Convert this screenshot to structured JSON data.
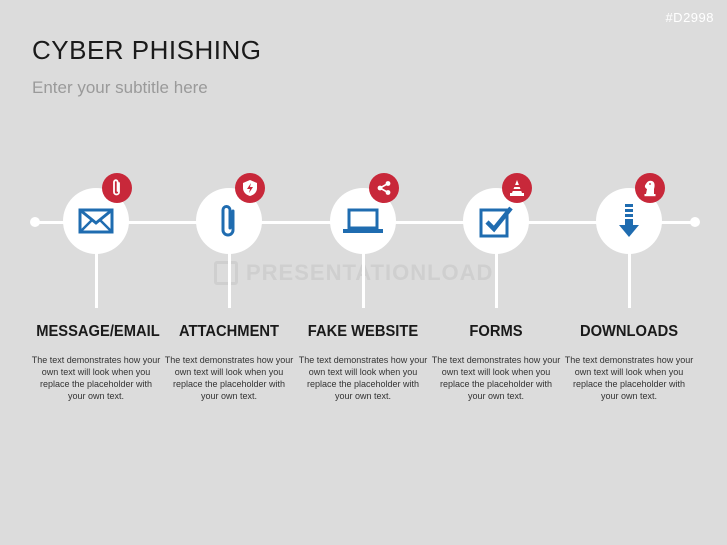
{
  "slide": {
    "code": "#D2998",
    "title": "CYBER PHISHING",
    "subtitle": "Enter your subtitle here",
    "watermark": "PRESENTATIONLOAD"
  },
  "colors": {
    "accent_red": "#c8283a",
    "icon_blue": "#1f6cb0",
    "background": "#dcdcdc"
  },
  "steps": [
    {
      "label": "MESSAGE/EMAIL",
      "icon": "envelope-icon",
      "badge_icon": "paperclip-icon",
      "text": "The text demonstrates how your own text will look when you replace the placeholder with your own text."
    },
    {
      "label": "ATTACHMENT",
      "icon": "paperclip-icon",
      "badge_icon": "shield-lightning-icon",
      "text": "The text demonstrates how your own text will look when you replace the placeholder with your own text."
    },
    {
      "label": "FAKE WEBSITE",
      "icon": "laptop-icon",
      "badge_icon": "share-icon",
      "text": "The text demonstrates how your own text will look when you replace the placeholder with your own text."
    },
    {
      "label": "FORMS",
      "icon": "checkbox-icon",
      "badge_icon": "traffic-cone-icon",
      "text": "The text demonstrates how your own text will look when you replace the placeholder with your own text."
    },
    {
      "label": "DOWNLOADS",
      "icon": "download-icon",
      "badge_icon": "chess-knight-icon",
      "text": "The text demonstrates how your own text will look when you replace the placeholder with your own text."
    }
  ]
}
